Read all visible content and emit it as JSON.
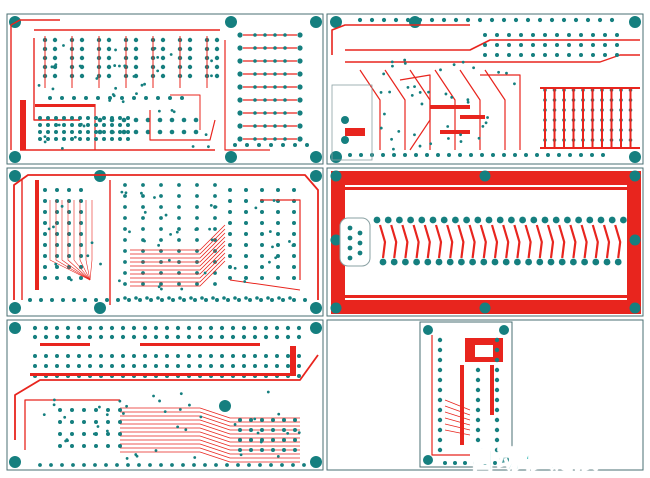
{
  "palette": {
    "background": "#ffffff",
    "board_outline": "#4a6f73",
    "copper_top": "#e8251e",
    "pad": "#157f7f",
    "silkscreen": "#8aa1a3"
  },
  "boards": [
    {
      "id": "board-1",
      "pads": "teal",
      "traces": "red"
    },
    {
      "id": "board-2",
      "pads": "teal",
      "traces": "red"
    },
    {
      "id": "board-3",
      "pads": "teal",
      "traces": "red"
    },
    {
      "id": "board-4",
      "pads": "teal",
      "traces": "red"
    },
    {
      "id": "board-5",
      "pads": "teal",
      "traces": "red"
    },
    {
      "id": "board-6",
      "pads": "teal",
      "traces": "red"
    }
  ],
  "watermark": {
    "text": "自动秒链接",
    "color": "#2bb7b3"
  }
}
